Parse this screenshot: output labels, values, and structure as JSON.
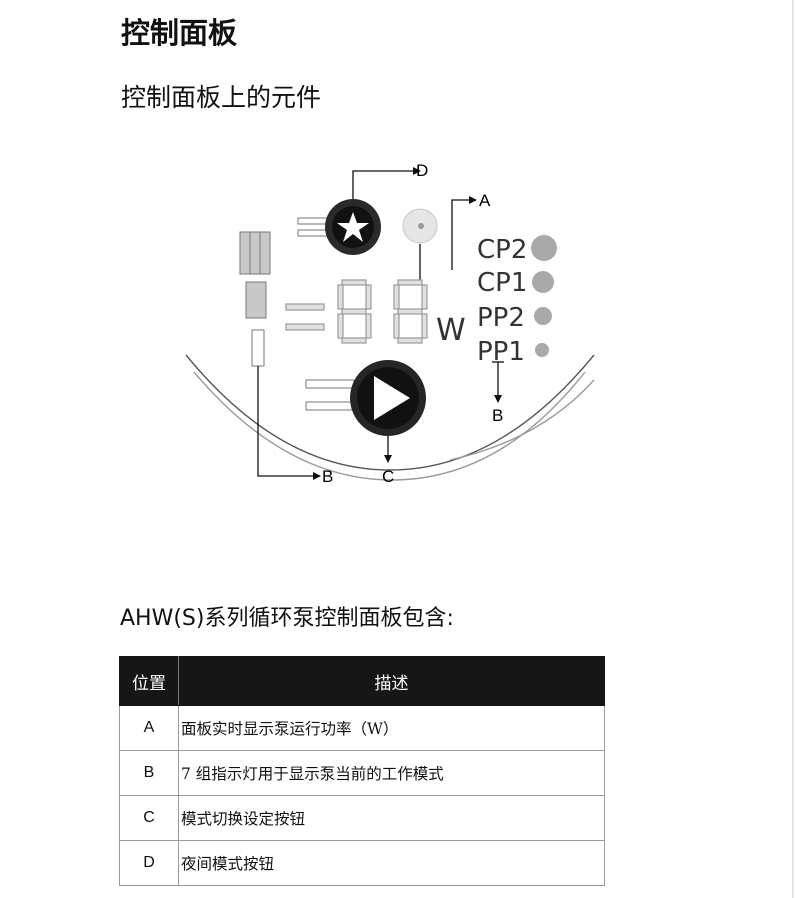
{
  "page": {
    "title": "控制面板",
    "subtitle": "控制面板上的元件",
    "lead": "AHW(S)系列循环泵控制面板包含:"
  },
  "figure": {
    "labels": {
      "A": "A",
      "B": "B",
      "C": "C",
      "D": "D"
    },
    "unit": "W",
    "indicators": [
      "CP2",
      "CP1",
      "PP2",
      "PP1"
    ],
    "icons": [
      "star-button-icon",
      "moon-icon",
      "play-button-icon"
    ]
  },
  "table": {
    "headers": {
      "position": "位置",
      "description": "描述"
    },
    "rows": [
      {
        "position": "A",
        "description": "面板实时显示泵运行功率（W）"
      },
      {
        "position": "B",
        "description": "7 组指示灯用于显示泵当前的工作模式"
      },
      {
        "position": "C",
        "description": "模式切换设定按钮"
      },
      {
        "position": "D",
        "description": "夜间模式按钮"
      }
    ]
  }
}
